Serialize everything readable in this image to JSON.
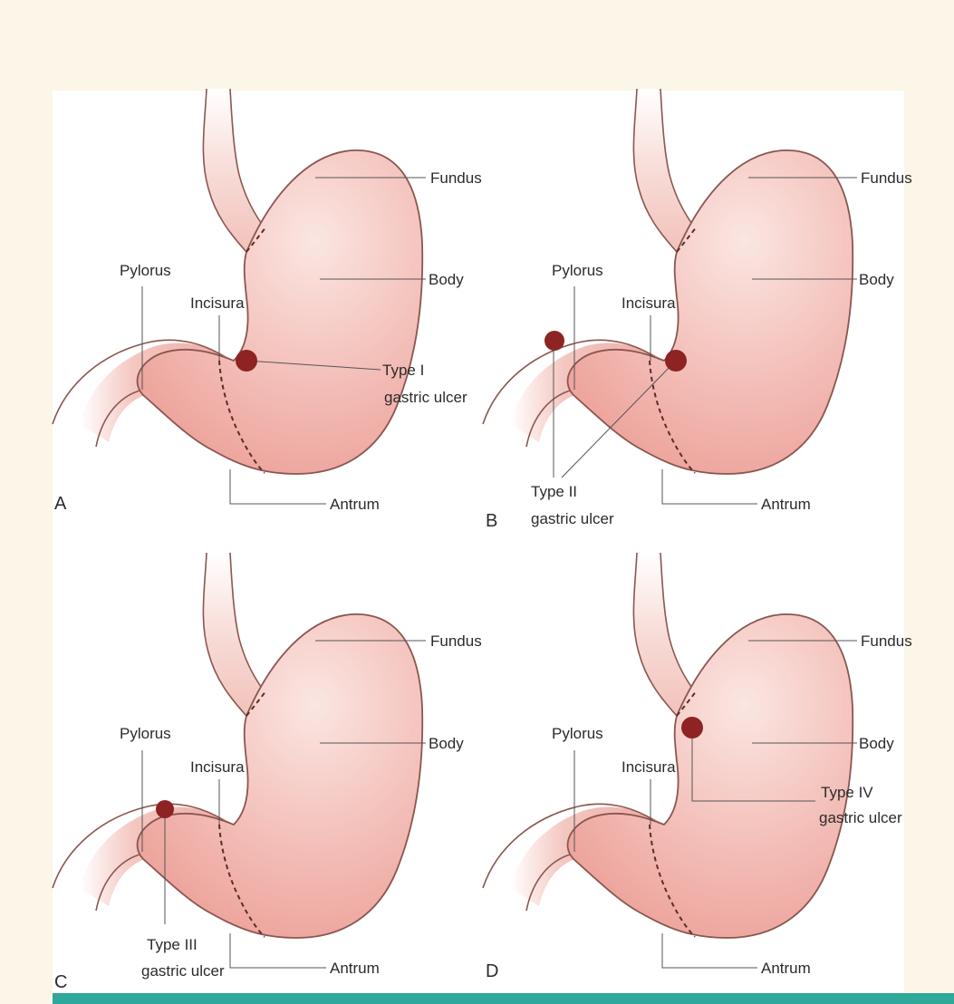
{
  "panels": [
    {
      "letter": "A",
      "fundus": "Fundus",
      "body": "Body",
      "pylorus": "Pylorus",
      "incisura": "Incisura",
      "antrum": "Antrum",
      "ulcer": {
        "line1": "Type I",
        "line2": "gastric ulcer"
      }
    },
    {
      "letter": "B",
      "fundus": "Fundus",
      "body": "Body",
      "pylorus": "Pylorus",
      "incisura": "Incisura",
      "antrum": "Antrum",
      "ulcer": {
        "line1": "Type II",
        "line2": "gastric ulcer"
      }
    },
    {
      "letter": "C",
      "fundus": "Fundus",
      "body": "Body",
      "pylorus": "Pylorus",
      "incisura": "Incisura",
      "antrum": "Antrum",
      "ulcer": {
        "line1": "Type III",
        "line2": "gastric ulcer"
      }
    },
    {
      "letter": "D",
      "fundus": "Fundus",
      "body": "Body",
      "pylorus": "Pylorus",
      "incisura": "Incisura",
      "antrum": "Antrum",
      "ulcer": {
        "line1": "Type IV",
        "line2": "gastric ulcer"
      }
    }
  ],
  "colors": {
    "stomach_fill": "#f2b3ac",
    "stomach_light": "#f9dad5",
    "outline": "#7a4a44",
    "ulcer": "#8e2323",
    "accent_bar": "#2fa79a"
  }
}
